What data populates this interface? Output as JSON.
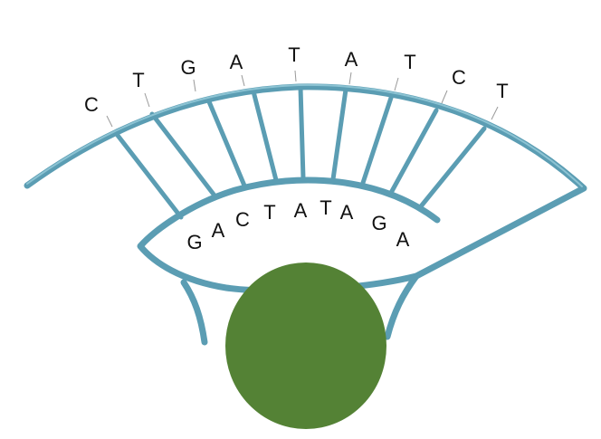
{
  "top_strand": [
    "C",
    "T",
    "G",
    "A",
    "T",
    "A",
    "T",
    "C",
    "T"
  ],
  "bottom_strand": [
    "G",
    "A",
    "C",
    "T",
    "A",
    "T",
    "A",
    "G",
    "A"
  ],
  "colors": {
    "strand": "#5b9db3",
    "circle": "#548235",
    "text": "#111111"
  }
}
